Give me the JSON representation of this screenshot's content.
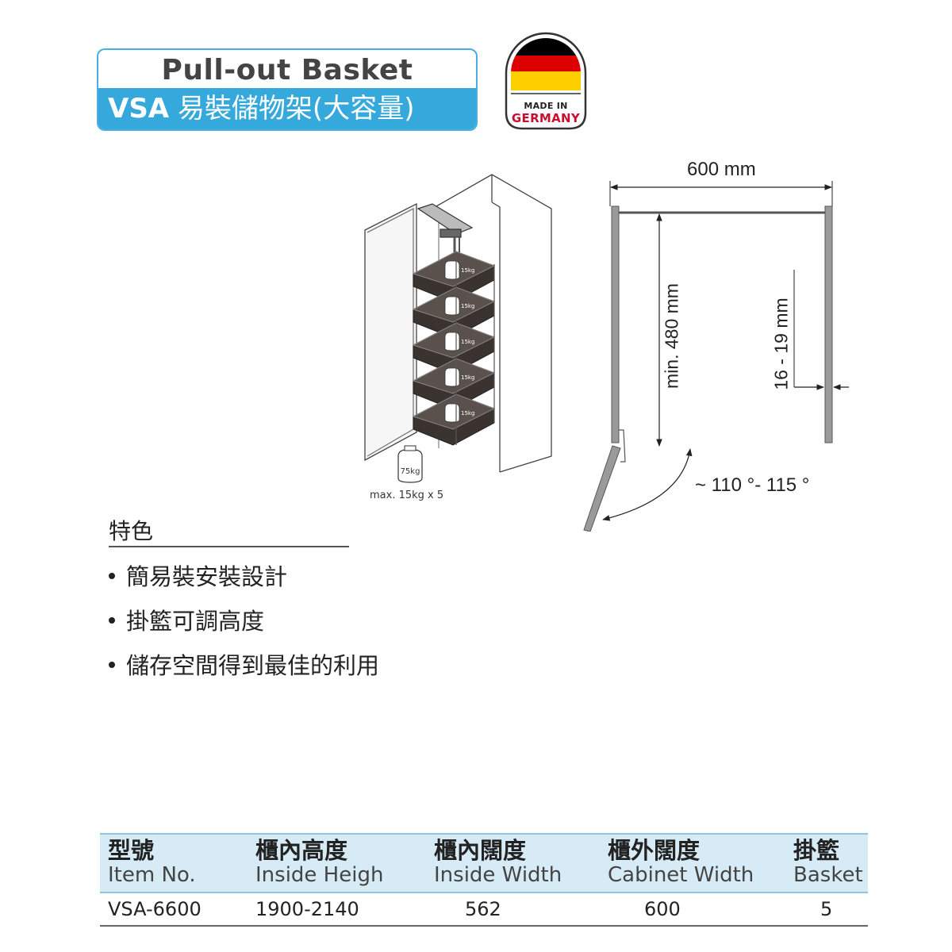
{
  "header": {
    "title_en": "Pull-out Basket",
    "title_brand": "VSA",
    "title_zh": "易裝儲物架(大容量)"
  },
  "badge": {
    "line1": "MADE IN",
    "line2": "GERMANY",
    "flag_colors": [
      "#000000",
      "#dd0000",
      "#ffce00"
    ]
  },
  "product": {
    "weight_labels": [
      "15kg",
      "15kg",
      "15kg",
      "15kg",
      "15kg"
    ],
    "bottom_weight": "75kg",
    "caption": "max. 15kg x 5"
  },
  "dimensions": {
    "width": "600 mm",
    "height": "min. 480 mm",
    "thickness": "16 - 19 mm",
    "angle": "~ 110 °- 115 °"
  },
  "features": {
    "heading": "特色",
    "items": [
      "簡易裝安裝設計",
      "掛籃可調高度",
      "儲存空間得到最佳的利用"
    ]
  },
  "table": {
    "headers": [
      {
        "zh": "型號",
        "en": "Item No."
      },
      {
        "zh": "櫃內高度",
        "en": "Inside Heigh"
      },
      {
        "zh": "櫃內闊度",
        "en": "Inside Width"
      },
      {
        "zh": "櫃外闊度",
        "en": "Cabinet Width"
      },
      {
        "zh": "掛籃",
        "en": "Basket"
      }
    ],
    "rows": [
      [
        "VSA-6600",
        "1900-2140",
        "562",
        "600",
        "5"
      ]
    ]
  },
  "colors": {
    "accent_blue": "#35a8dc",
    "table_header_bg": "#d7ebf6",
    "cabinet_gray": "#9a9a9a"
  }
}
